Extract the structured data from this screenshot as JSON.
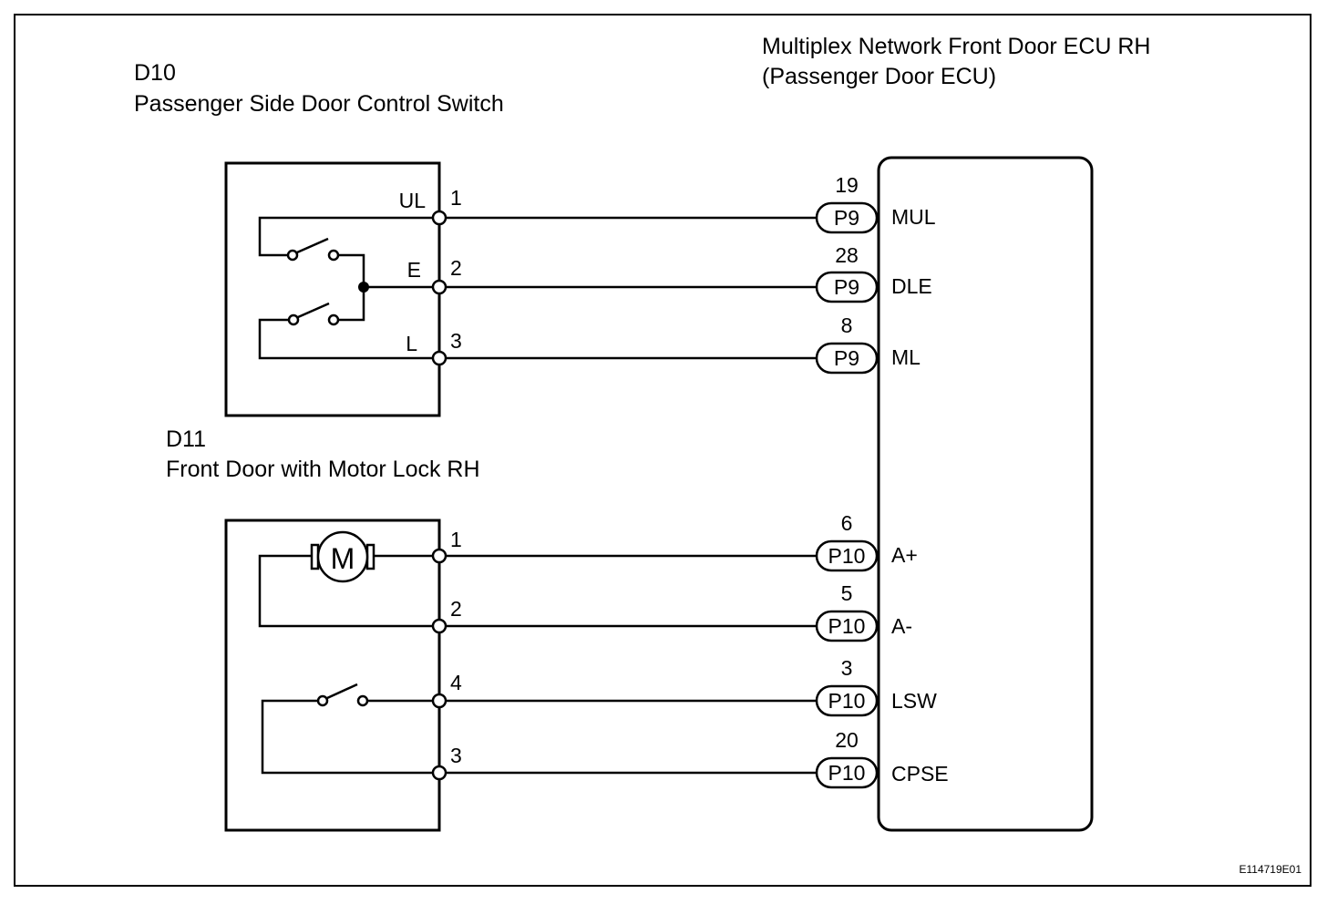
{
  "d10": {
    "code": "D10",
    "name": "Passenger Side Door Control Switch",
    "pins": [
      {
        "label": "UL",
        "num": "1"
      },
      {
        "label": "E",
        "num": "2"
      },
      {
        "label": "L",
        "num": "3"
      }
    ]
  },
  "d11": {
    "code": "D11",
    "name": "Front Door with Motor Lock RH",
    "motor_symbol": "M",
    "pins": [
      "1",
      "2",
      "4",
      "3"
    ]
  },
  "ecu": {
    "title_line1": "Multiplex Network Front Door ECU RH",
    "title_line2": "(Passenger Door ECU)",
    "terminals": [
      {
        "connector": "P9",
        "pin": "19",
        "name": "MUL"
      },
      {
        "connector": "P9",
        "pin": "28",
        "name": "DLE"
      },
      {
        "connector": "P9",
        "pin": "8",
        "name": "ML"
      },
      {
        "connector": "P10",
        "pin": "6",
        "name": "A+"
      },
      {
        "connector": "P10",
        "pin": "5",
        "name": "A-"
      },
      {
        "connector": "P10",
        "pin": "3",
        "name": "LSW"
      },
      {
        "connector": "P10",
        "pin": "20",
        "name": "CPSE"
      }
    ]
  },
  "figure_code": "E114719E01"
}
